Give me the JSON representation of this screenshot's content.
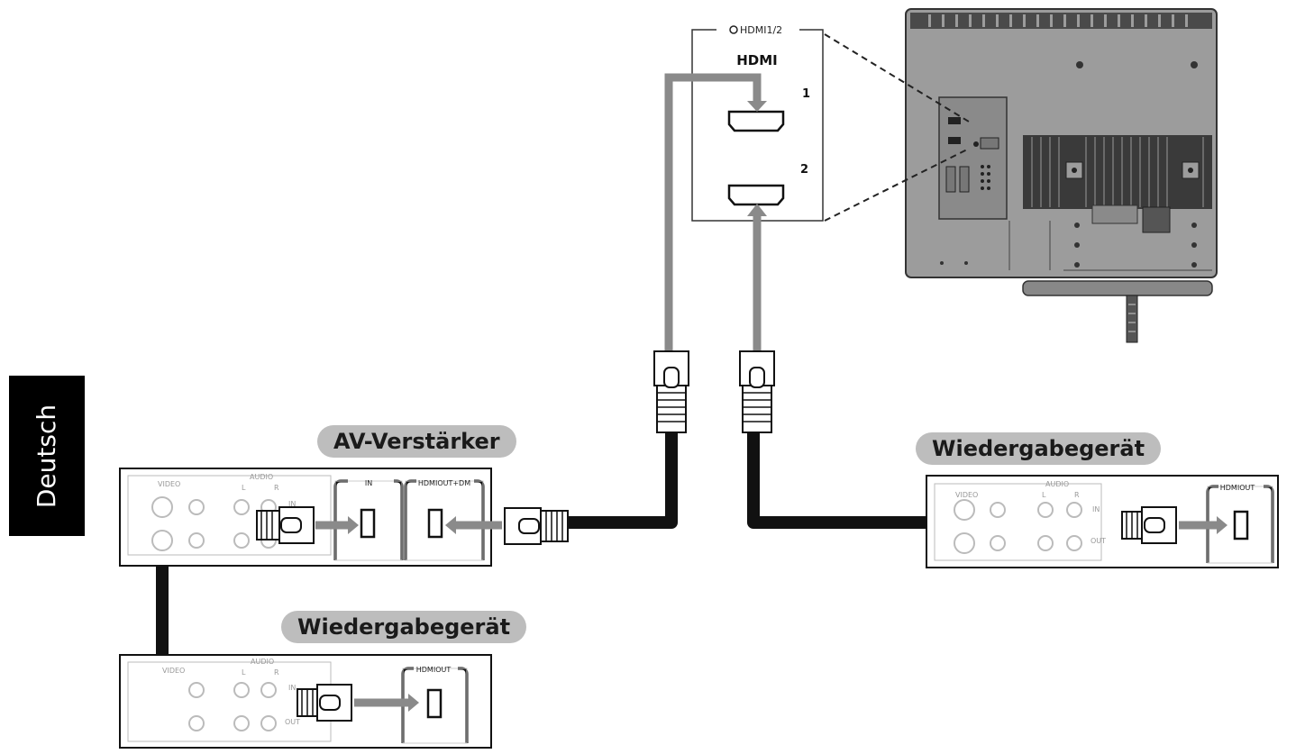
{
  "language_tab": "Deutsch",
  "hdmi_panel": {
    "header": "HDMI1/2",
    "logo": "HDMI",
    "port1": "1",
    "port2": "2"
  },
  "devices": {
    "av_receiver": {
      "label": "AV-Verstärker",
      "video": "VIDEO",
      "audio": "AUDIO",
      "l": "L",
      "r": "R",
      "in": "IN",
      "hdmi_in": "IN",
      "hdmi_out": "HDMIOUT+DM"
    },
    "player_right": {
      "label": "Wiedergabegerät",
      "video": "VIDEO",
      "audio": "AUDIO",
      "l": "L",
      "r": "R",
      "in": "IN",
      "out": "OUT",
      "hdmi_out": "HDMIOUT"
    },
    "player_bottom": {
      "label": "Wiedergabegerät",
      "video": "VIDEO",
      "audio": "AUDIO",
      "l": "L",
      "r": "R",
      "in": "IN",
      "out": "OUT",
      "hdmi_out": "HDMIOUT"
    }
  },
  "colors": {
    "cable": "#111111",
    "flow_arrow": "#8a8a8a",
    "tv_body": "#9a9a9a",
    "label_pill": "#bdbdbd"
  }
}
